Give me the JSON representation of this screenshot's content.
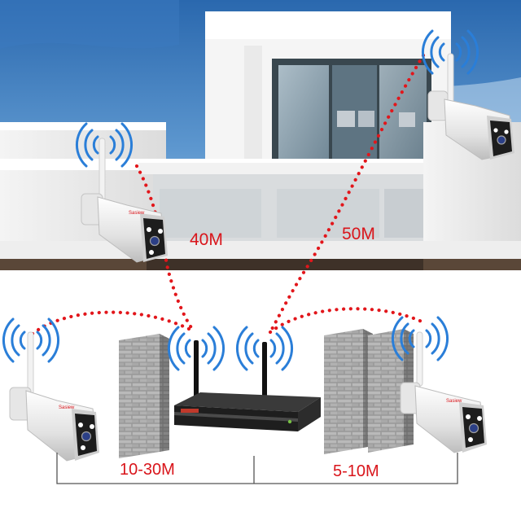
{
  "distances": {
    "top_left": "40M",
    "top_right": "50M",
    "bottom_left": "10-30M",
    "bottom_right": "5-10M"
  },
  "brand": "Sasiew",
  "colors": {
    "sky_top": "#2c6fb7",
    "sky_bottom": "#8fbde0",
    "link_dots": "#e2161b",
    "wifi_waves": "#2a7ed8",
    "label_red": "#d9151b",
    "wall_brick": "#8a8a8a",
    "nvr_body": "#2b2b2b"
  },
  "icons": [
    "wifi-signal-icon",
    "camera-icon",
    "nvr-icon",
    "brick-wall-icon"
  ]
}
